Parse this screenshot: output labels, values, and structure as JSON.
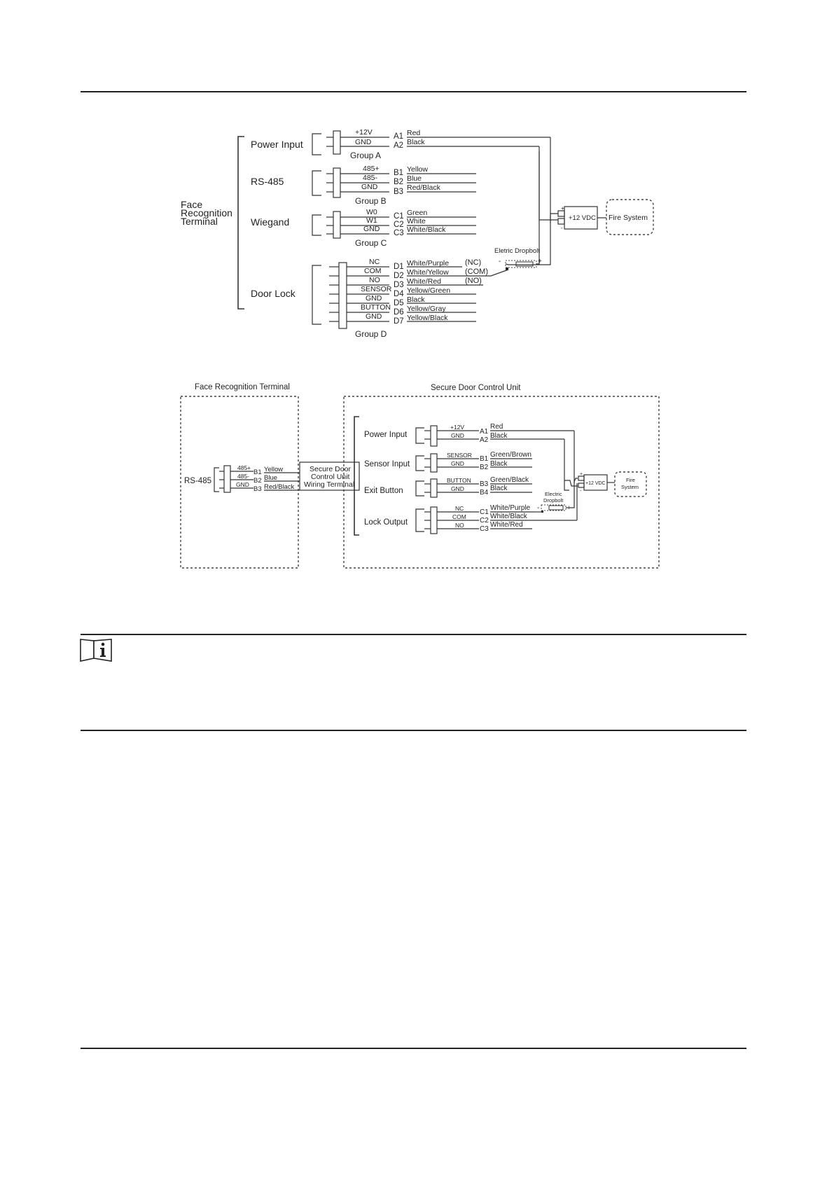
{
  "diagram1": {
    "device": [
      "Face",
      "Recognition",
      "Terminal"
    ],
    "sections": {
      "power": "Power Input",
      "rs485": "RS-485",
      "wiegand": "Wiegand",
      "doorlock": "Door Lock"
    },
    "groups": [
      "Group A",
      "Group B",
      "Group C",
      "Group D"
    ],
    "pins": {
      "a": [
        {
          "sig": "+12V",
          "id": "A1",
          "color": "Red"
        },
        {
          "sig": "GND",
          "id": "A2",
          "color": "Black"
        }
      ],
      "b": [
        {
          "sig": "485+",
          "id": "B1",
          "color": "Yellow"
        },
        {
          "sig": "485-",
          "id": "B2",
          "color": "Blue"
        },
        {
          "sig": "GND",
          "id": "B3",
          "color": "Red/Black"
        }
      ],
      "c": [
        {
          "sig": "W0",
          "id": "C1",
          "color": "Green"
        },
        {
          "sig": "W1",
          "id": "C2",
          "color": "White"
        },
        {
          "sig": "GND",
          "id": "C3",
          "color": "White/Black"
        }
      ],
      "d": [
        {
          "sig": "NC",
          "id": "D1",
          "color": "White/Purple"
        },
        {
          "sig": "COM",
          "id": "D2",
          "color": "White/Yellow"
        },
        {
          "sig": "NO",
          "id": "D3",
          "color": "White/Red"
        },
        {
          "sig": "SENSOR",
          "id": "D4",
          "color": "Yellow/Green"
        },
        {
          "sig": "GND",
          "id": "D5",
          "color": "Black"
        },
        {
          "sig": "BUTTON",
          "id": "D6",
          "color": "Yellow/Gray"
        },
        {
          "sig": "GND",
          "id": "D7",
          "color": "Yellow/Black"
        }
      ]
    },
    "lock_tags": [
      "(NC)",
      "(COM)",
      "(NO)"
    ],
    "dropbolt": "Eletric Dropbolt",
    "minus": "-",
    "plus": "+",
    "vdc": "+12 VDC",
    "fire": "Fire System"
  },
  "diagram2": {
    "terminal_title": "Face Recognition Terminal",
    "unit_title": "Secure Door Control Unit",
    "rs485": "RS-485",
    "rs_pins": [
      {
        "sig": "485+",
        "id": "B1",
        "color": "Yellow"
      },
      {
        "sig": "485-",
        "id": "B2",
        "color": "Blue"
      },
      {
        "sig": "GND",
        "id": "B3",
        "color": "Red/Black"
      }
    ],
    "wiring_terminal": [
      "Secure Door",
      "Control Unit",
      "Wiring Terminal"
    ],
    "sections": {
      "power": "Power Input",
      "sensor": "Sensor Input",
      "exit": "Exit Button",
      "lock": "Lock Output"
    },
    "power_pins": [
      {
        "sig": "+12V",
        "id": "A1",
        "color": "Red"
      },
      {
        "sig": "GND",
        "id": "A2",
        "color": "Black"
      }
    ],
    "sensor_pins": [
      {
        "sig": "SENSOR",
        "id": "B1",
        "color": "Green/Brown"
      },
      {
        "sig": "GND",
        "id": "B2",
        "color": "Black"
      }
    ],
    "exit_pins": [
      {
        "sig": "BUTTON",
        "id": "B3",
        "color": "Green/Black"
      },
      {
        "sig": "GND",
        "id": "B4",
        "color": "Black"
      }
    ],
    "lock_pins": [
      {
        "sig": "NC",
        "id": "C1",
        "color": "White/Purple"
      },
      {
        "sig": "COM",
        "id": "C2",
        "color": "White/Black"
      },
      {
        "sig": "NO",
        "id": "C3",
        "color": "White/Red"
      }
    ],
    "dropbolt": [
      "Electric",
      "Dropbolt"
    ],
    "minus": "-",
    "plus": "+",
    "vdc": "+12 VDC",
    "fire": [
      "Fire",
      "System"
    ]
  }
}
